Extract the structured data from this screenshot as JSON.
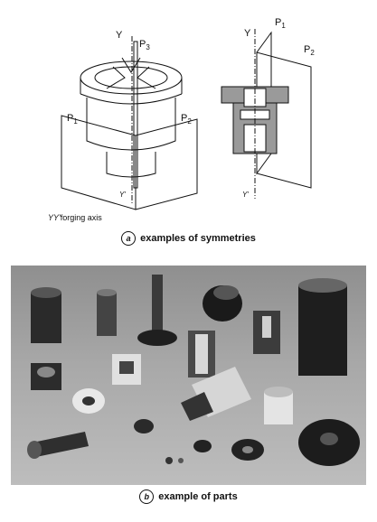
{
  "figure_a": {
    "left": {
      "axis_top": "Y",
      "axis_bottom": "Y'",
      "plane_p1_main": "P",
      "plane_p1_sub": "1",
      "plane_p2_main": "P",
      "plane_p2_sub": "2",
      "plane_p3_main": "P",
      "plane_p3_sub": "3"
    },
    "right": {
      "axis_top": "Y",
      "axis_bottom": "Y'",
      "plane_p1_main": "P",
      "plane_p1_sub": "1",
      "plane_p2_main": "P",
      "plane_p2_sub": "2"
    },
    "axis_note_axis": "YY'",
    "axis_note_text": "forging axis",
    "caption_letter": "a",
    "caption_text": "examples of symmetries"
  },
  "figure_b": {
    "caption_letter": "b",
    "caption_text": "example of parts"
  }
}
